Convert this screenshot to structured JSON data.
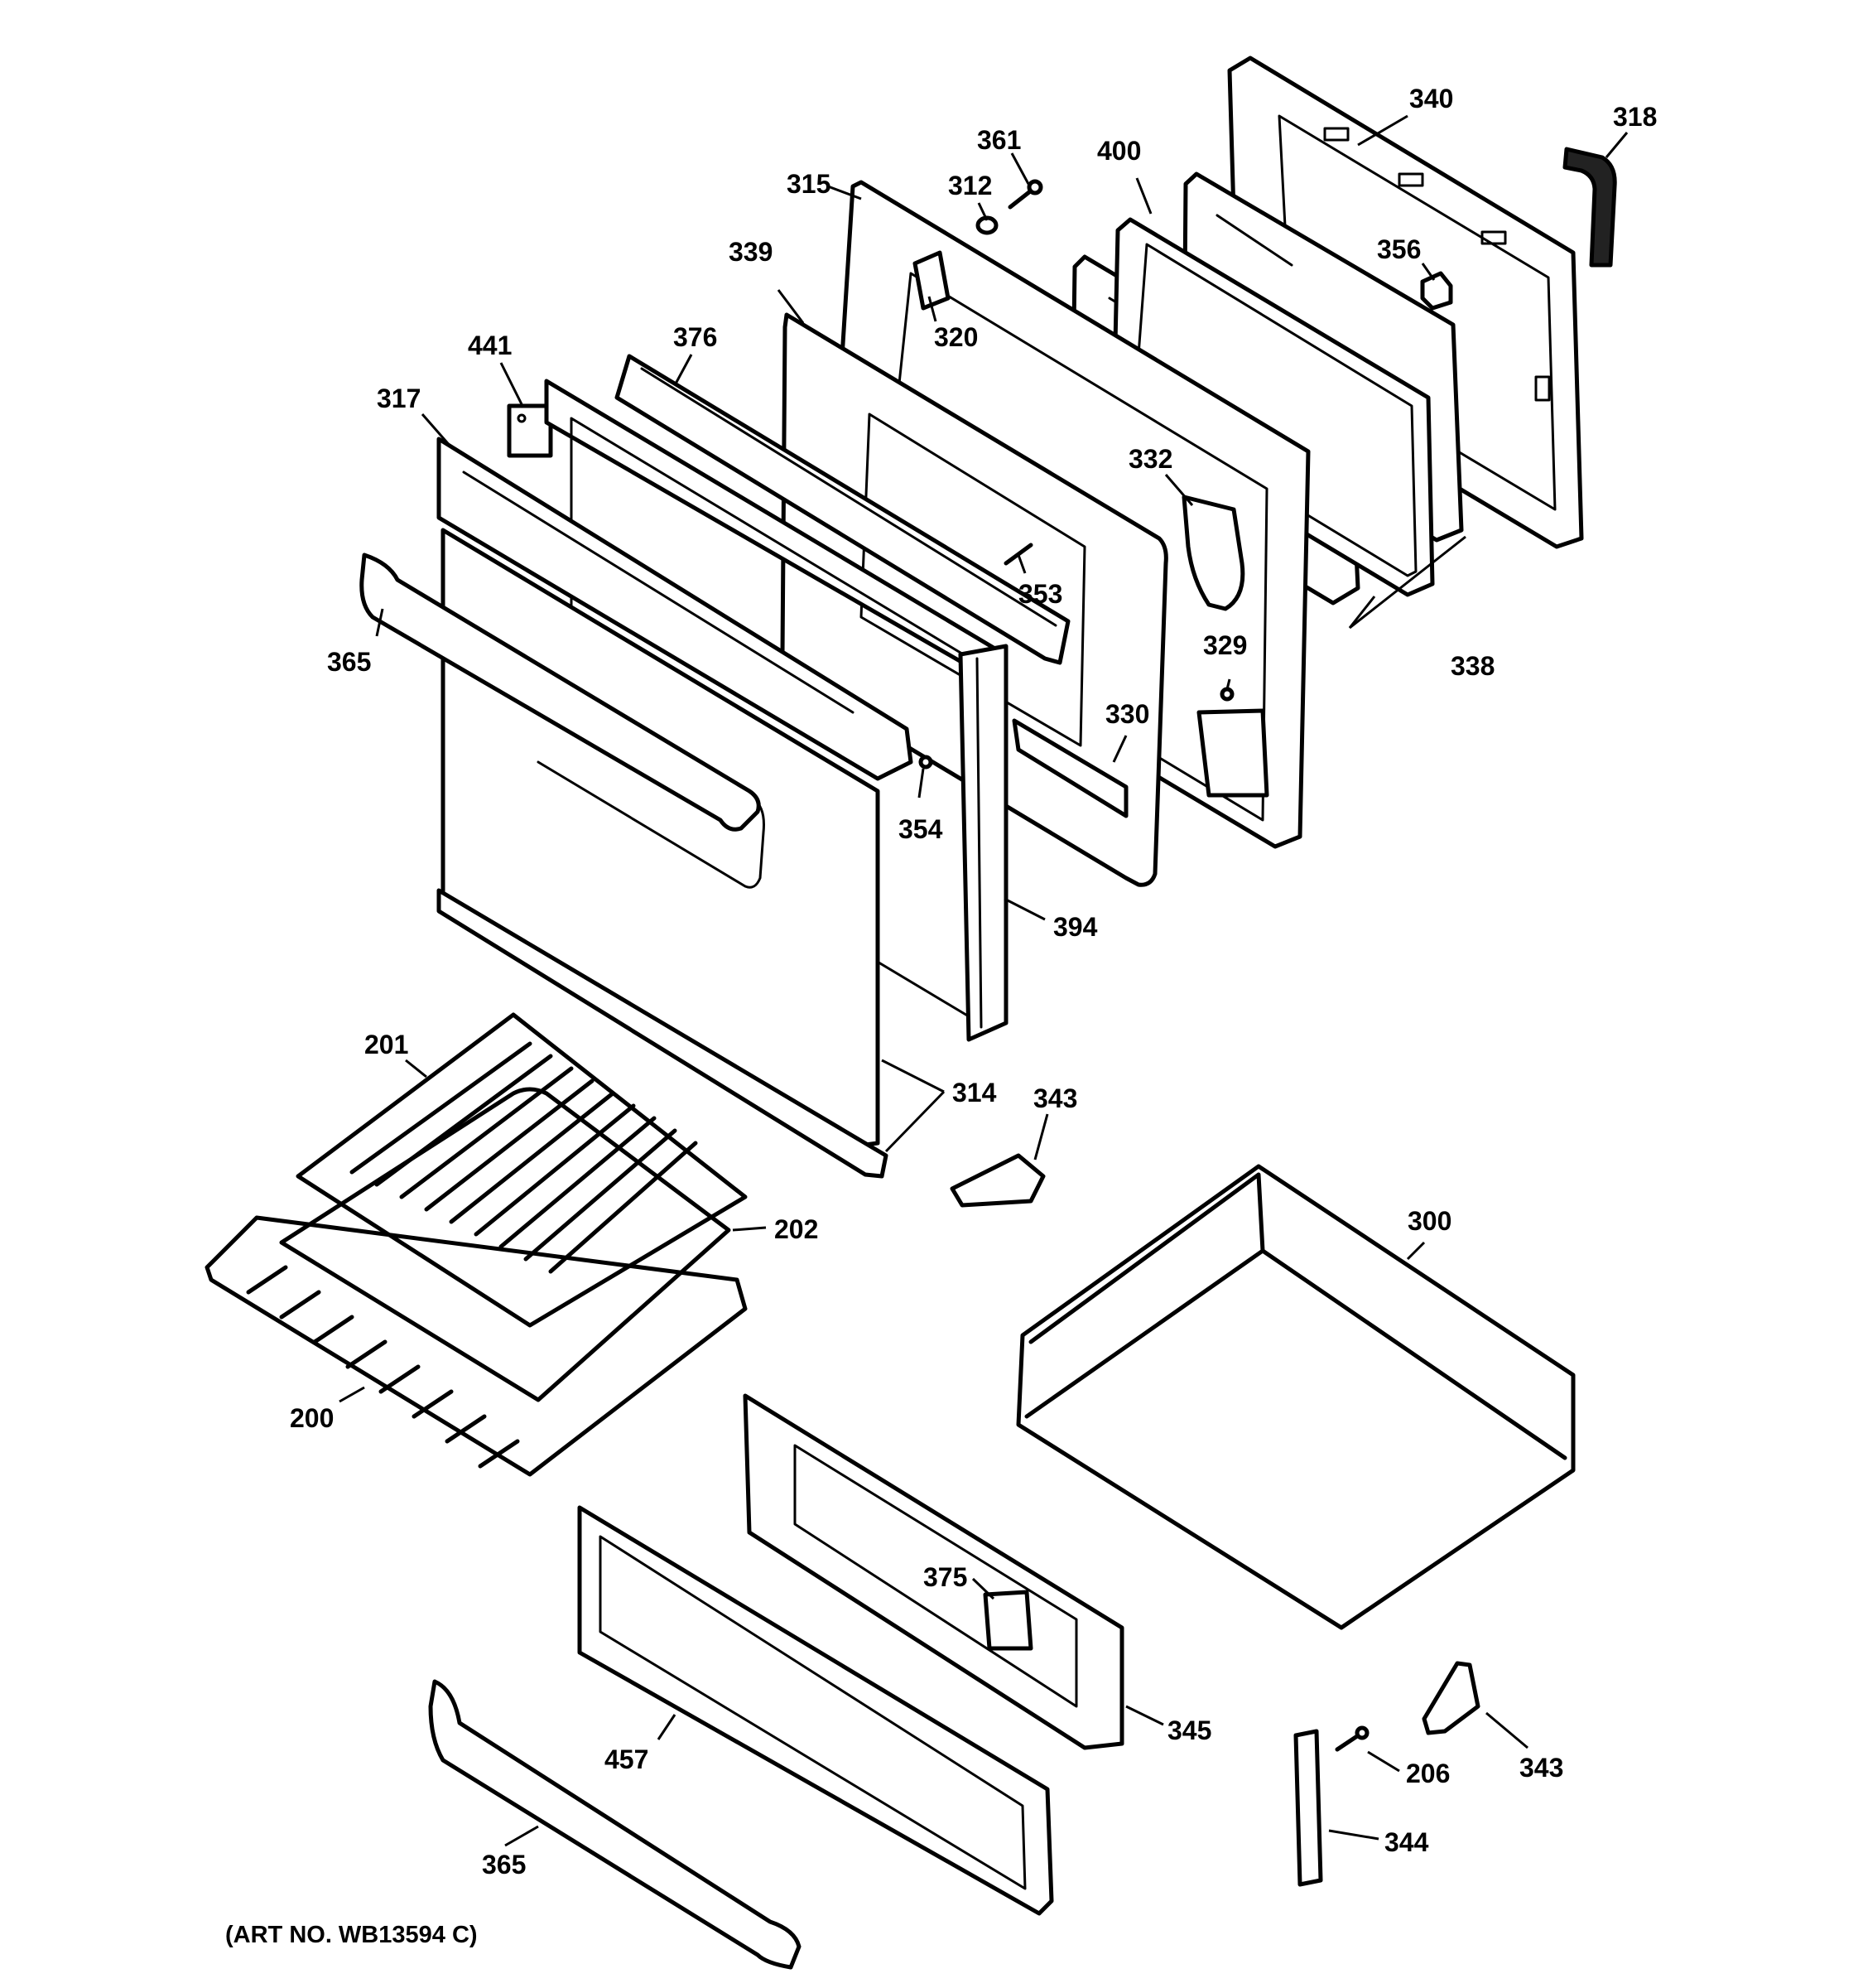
{
  "callouts": {
    "c340": "340",
    "c318": "318",
    "c361": "361",
    "c400": "400",
    "c315": "315",
    "c312": "312",
    "c356": "356",
    "c339": "339",
    "c320": "320",
    "c441": "441",
    "c376": "376",
    "c317": "317",
    "c332": "332",
    "c353": "353",
    "c365a": "365",
    "c338": "338",
    "c329": "329",
    "c330": "330",
    "c354": "354",
    "c394": "394",
    "c201": "201",
    "c314": "314",
    "c343a": "343",
    "c300": "300",
    "c202": "202",
    "c200": "200",
    "c375": "375",
    "c345": "345",
    "c457": "457",
    "c206": "206",
    "c343b": "343",
    "c344": "344",
    "c365b": "365"
  },
  "art_number": "(ART NO. WB13594 C)"
}
